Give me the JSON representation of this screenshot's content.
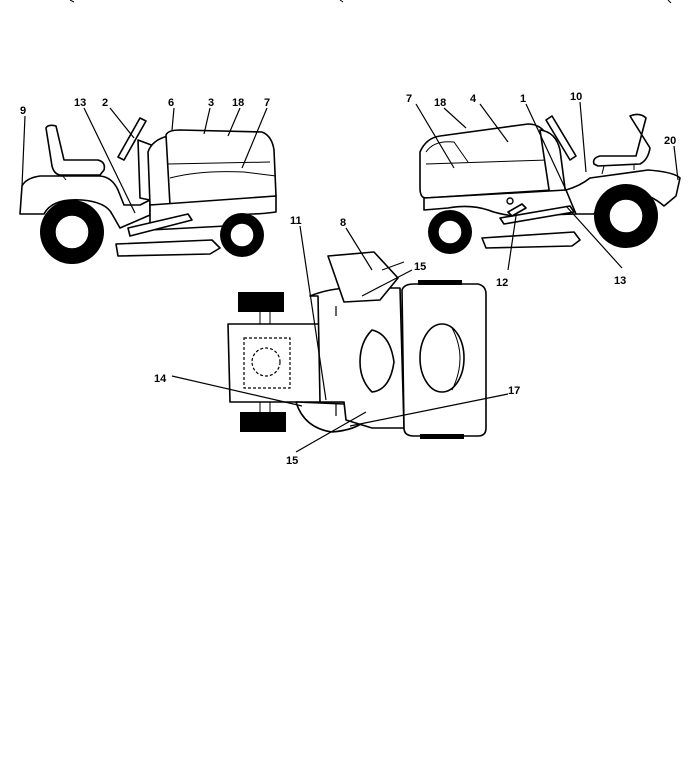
{
  "callouts": {
    "left_view": [
      "9",
      "13",
      "2",
      "6",
      "3",
      "18",
      "7"
    ],
    "right_view": [
      "7",
      "18",
      "4",
      "1",
      "10",
      "20",
      "12",
      "13"
    ],
    "top_view": [
      "11",
      "8",
      "15",
      "14",
      "17",
      "15"
    ]
  }
}
